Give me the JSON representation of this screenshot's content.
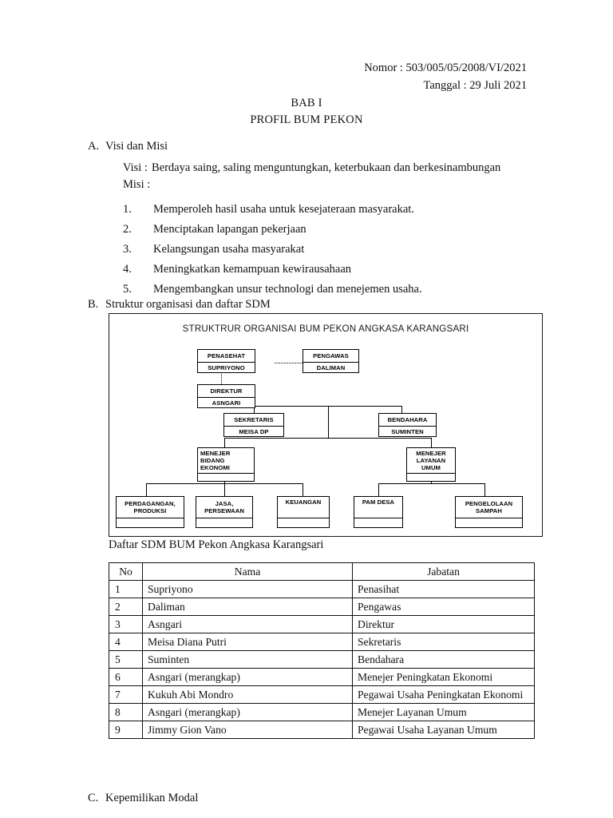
{
  "document": {
    "meta": {
      "nomor": "Nomor : 503/005/05/2008/VI/2021",
      "tanggal": "Tanggal : 29 Juli 2021"
    },
    "chapter": {
      "bab": "BAB I",
      "title": "PROFIL BUM PEKON"
    }
  },
  "section_a": {
    "letter": "A.",
    "title": "Visi dan Misi",
    "visi_label": "Visi :",
    "visi_text": "Berdaya saing, saling menguntungkan, keterbukaan dan berkesinambungan",
    "misi_label": "Misi :",
    "misi": [
      {
        "num": "1.",
        "text": "Memperoleh hasil usaha untuk kesejateraan masyarakat."
      },
      {
        "num": "2.",
        "text": "Menciptakan lapangan pekerjaan"
      },
      {
        "num": "3.",
        "text": "Kelangsungan usaha masyarakat"
      },
      {
        "num": "4.",
        "text": "Meningkatkan kemampuan kewirausahaan"
      },
      {
        "num": "5.",
        "text": "Mengembangkan unsur technologi dan menejemen usaha."
      }
    ]
  },
  "section_b": {
    "letter": "B.",
    "title": "Struktur organisasi dan daftar SDM",
    "org_chart": {
      "title": "STRUKTRUR ORGANISAI BUM PEKON ANGKASA KARANGSARI",
      "nodes": {
        "penasehat": {
          "role": "PENASEHAT",
          "name": "SUPRIYONO"
        },
        "pengawas": {
          "role": "PENGAWAS",
          "name": "DALIMAN"
        },
        "direktur": {
          "role": "DIREKTUR",
          "name": "ASNGARI"
        },
        "sekretaris": {
          "role": "SEKRETARIS",
          "name": "MEISA DP"
        },
        "bendahara": {
          "role": "BENDAHARA",
          "name": "SUMINTEN"
        },
        "menejer_ekonomi": {
          "role": "MENEJER BIDANG EKONOMI",
          "name": ""
        },
        "menejer_layanan": {
          "role": "MENEJER LAYANAN UMUM",
          "name": ""
        },
        "perdagangan": {
          "role": "PERDAGANGAN, PRODUKSI",
          "name": ""
        },
        "jasa": {
          "role": "JASA, PERSEWAAN",
          "name": ""
        },
        "keuangan": {
          "role": "KEUANGAN",
          "name": ""
        },
        "pam_desa": {
          "role": "PAM DESA",
          "name": ""
        },
        "sampah": {
          "role": "PENGELOLAAN SAMPAH",
          "name": ""
        }
      }
    },
    "table_caption": "Daftar SDM BUM Pekon Angkasa Karangsari",
    "table": {
      "headers": {
        "no": "No",
        "nama": "Nama",
        "jabatan": "Jabatan"
      },
      "rows": [
        {
          "no": "1",
          "nama": "Supriyono",
          "jabatan": "Penasihat"
        },
        {
          "no": "2",
          "nama": "Daliman",
          "jabatan": "Pengawas"
        },
        {
          "no": "3",
          "nama": "Asngari",
          "jabatan": "Direktur"
        },
        {
          "no": "4",
          "nama": "Meisa Diana Putri",
          "jabatan": "Sekretaris"
        },
        {
          "no": "5",
          "nama": "Suminten",
          "jabatan": "Bendahara"
        },
        {
          "no": "6",
          "nama": "Asngari (merangkap)",
          "jabatan": "Menejer Peningkatan Ekonomi"
        },
        {
          "no": "7",
          "nama": "Kukuh Abi Mondro",
          "jabatan": "Pegawai Usaha Peningkatan Ekonomi"
        },
        {
          "no": "8",
          "nama": "Asngari (merangkap)",
          "jabatan": "Menejer  Layanan Umum"
        },
        {
          "no": "9",
          "nama": "Jimmy Gion Vano",
          "jabatan": "Pegawai Usaha Layanan Umum"
        }
      ]
    }
  },
  "section_c": {
    "letter": "C.",
    "title": "Kepemilikan Modal"
  }
}
